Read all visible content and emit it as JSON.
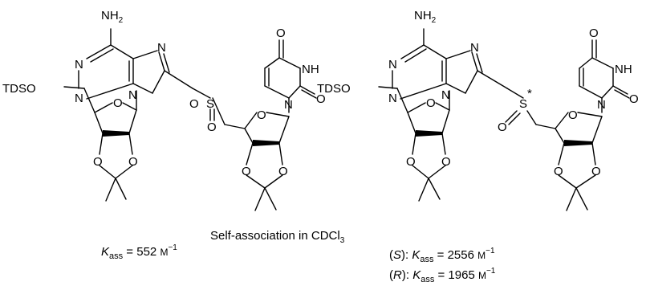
{
  "atoms": {
    "nh2": "NH",
    "nh2_sub": "2",
    "n": "N",
    "o": "O",
    "nh": "NH",
    "s": "S",
    "tdso": "TDSO",
    "star": "*"
  },
  "captions": {
    "center": "Self-association in CDCl",
    "center_sub": "3",
    "left": {
      "k": "K",
      "k_sub": "ass",
      "value": " = 552 ",
      "unit": "M",
      "exp": "−1"
    },
    "right_s": {
      "prefix": "(",
      "label": "S",
      "suffix": "): ",
      "k": "K",
      "k_sub": "ass",
      "value": " = 2556 ",
      "unit": "M",
      "exp": "−1"
    },
    "right_r": {
      "prefix": "(",
      "label": "R",
      "suffix": "): ",
      "k": "K",
      "k_sub": "ass",
      "value": " = 1965 ",
      "unit": "M",
      "exp": "−1"
    }
  }
}
